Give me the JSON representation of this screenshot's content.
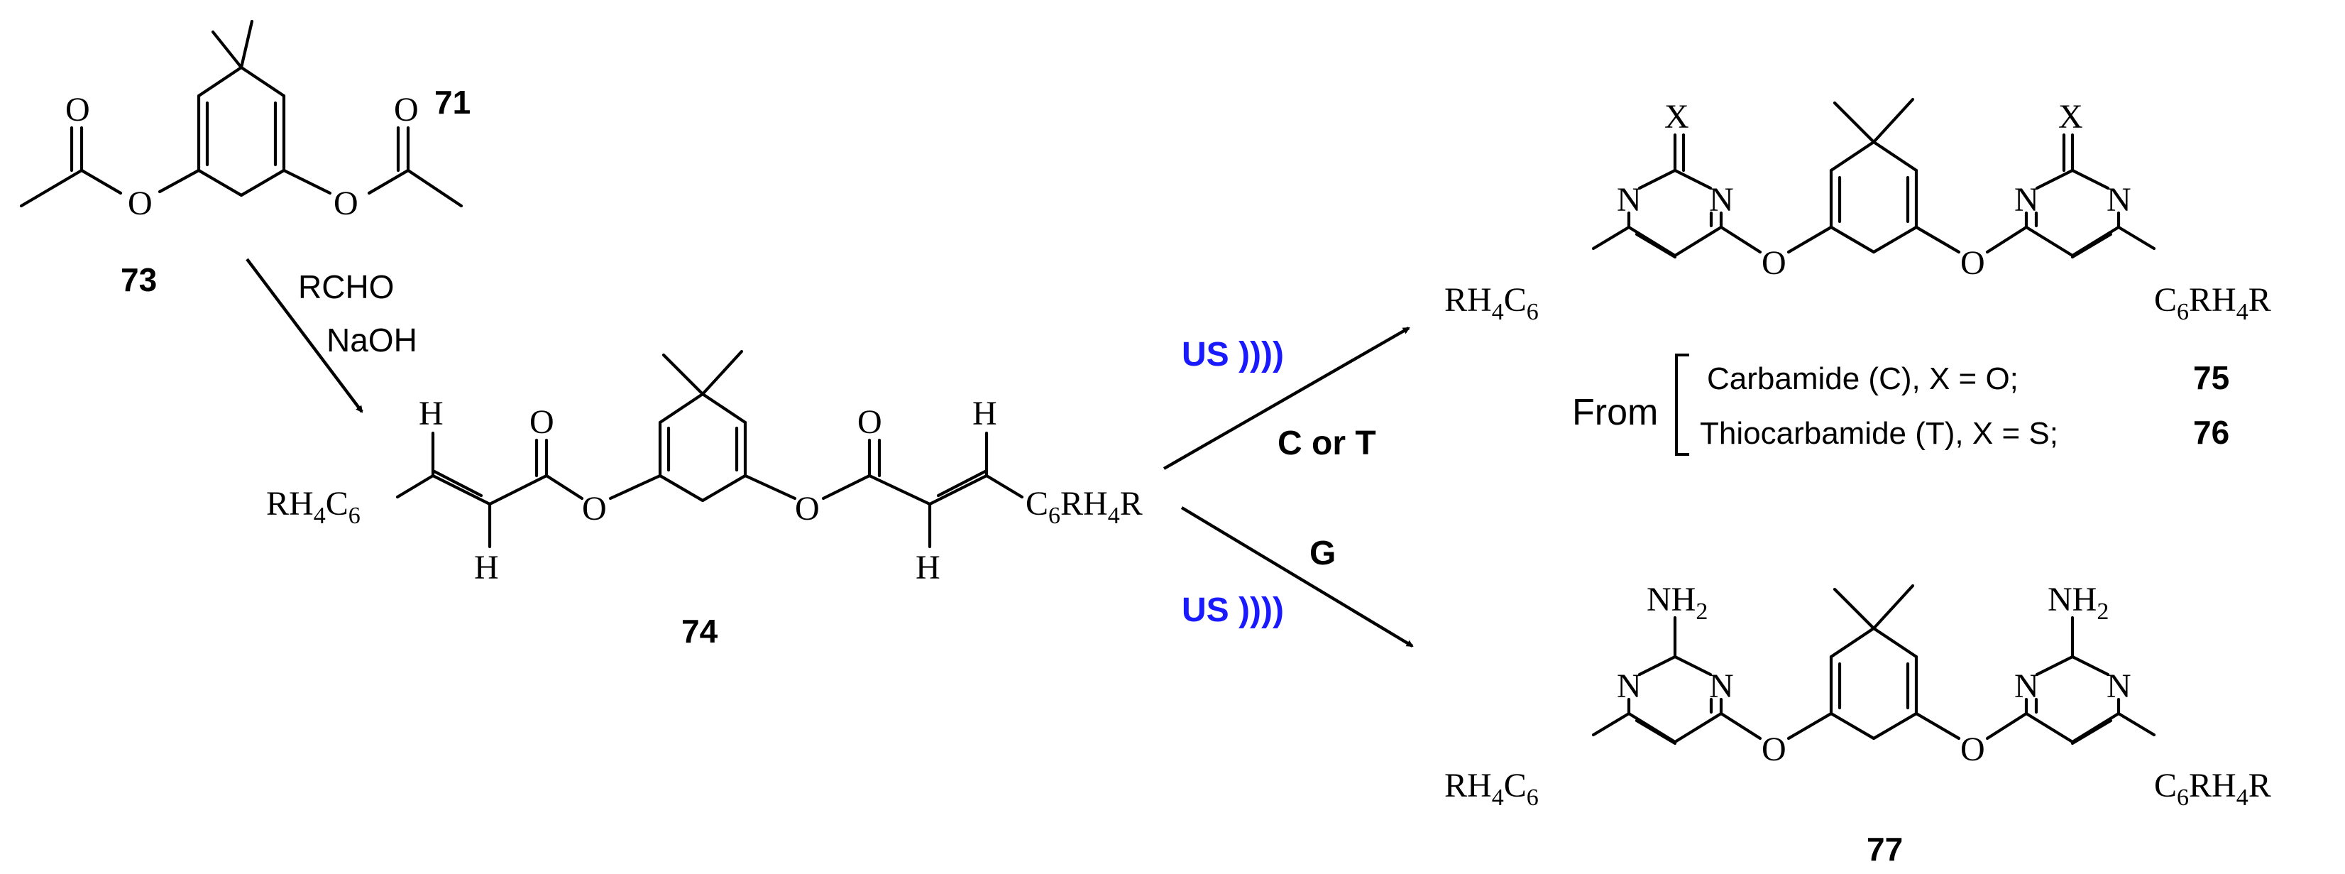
{
  "compounds": {
    "c71": {
      "number": "71"
    },
    "c73": {
      "number": "73"
    },
    "c74": {
      "number": "74"
    },
    "c75": {
      "number": "75"
    },
    "c76": {
      "number": "76"
    },
    "c77": {
      "number": "77"
    }
  },
  "atoms": {
    "O": "O",
    "N": "N",
    "H": "H",
    "X": "X",
    "R": "R",
    "RH": "RH",
    "C": "C",
    "NH": "NH",
    "sub4": "4",
    "sub6": "6",
    "sub2": "2"
  },
  "reagents": {
    "aldehyde": "RCHO",
    "base": "NaOH",
    "ultrasound": "US ))))",
    "path_top": "C or T",
    "path_bottom": "G"
  },
  "notes": {
    "from": "From",
    "carbamide": "Carbamide (C), X = O;",
    "thiocarbamide": "Thiocarbamide (T), X = S;"
  },
  "colors": {
    "ultrasound": "#1a1aff",
    "ink": "#000000"
  }
}
